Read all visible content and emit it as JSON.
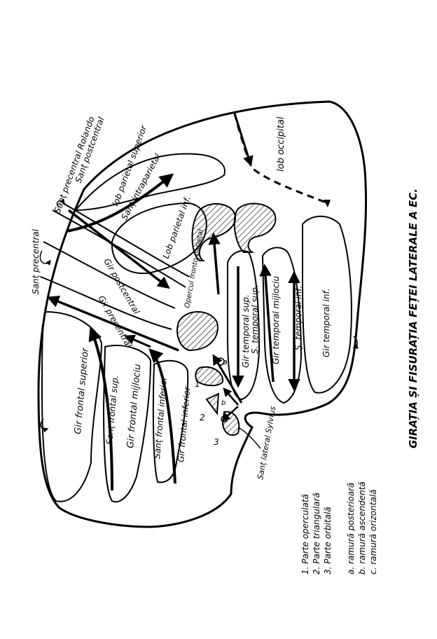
{
  "title": "GIRAȚIA ȘI FISURAȚIA FEȚEI LATERALE A EC.",
  "labels": {
    "sant_precentral_top": "Sanț precentral",
    "sant_precentral_rolando": "Sanț precentral Rolando",
    "sant_postcentral": "Sanț postcentral",
    "lob_occipital": "lob occipital",
    "lob_parietal_superior": "lob parietal superior",
    "sant_intraparietal": "Sanț intraparietal",
    "lob_parietal_inf": "Lob parietal inf.",
    "gir_postcentral": "Gir postcentral",
    "gir_precentral": "Gir precentral",
    "opercul": "Opercul fronto parietal",
    "gir_temporal_sup": "Gir temporal sup.",
    "s_temporal_sup": "Ș. temporal sup.",
    "gir_temporal_mijlociu": "Gir temporal mijlociu",
    "s_temporal_inf": "Ș. temporal inf.",
    "gir_temporal_inf": "Gir temporal inf.",
    "gir_frontal_superior": "Gir frontal superior",
    "sant_frontal_sup": "Sanț frontal sup.",
    "gir_frontal_mijlociu": "Gir frontal mijlociu",
    "sant_frontal_inferior": "Sanț frontal inferior",
    "gir_frontal_inferior": "Gir frontal inferior",
    "sant_lateral_sylvius": "Sanț lateral Sylvius",
    "num1": "1",
    "num2": "2",
    "num3": "3",
    "let_a": "a",
    "let_b": "b",
    "let_c": "c"
  },
  "legend": {
    "parts": [
      "1. Parte operculată",
      "2. Parte triangulară",
      "3. Parte orbitală"
    ],
    "branches": [
      "a. ramură posterioară",
      "b. ramură ascendentă",
      "c. ramură orizontală"
    ]
  }
}
